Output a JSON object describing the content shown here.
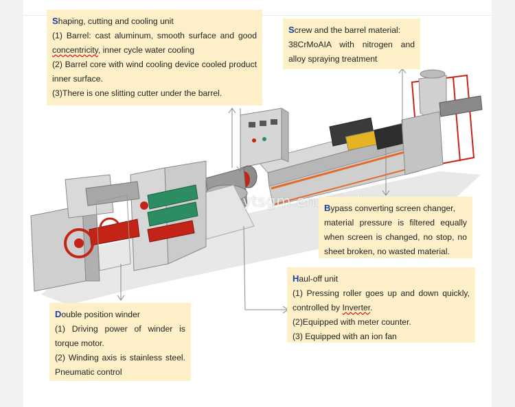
{
  "colors": {
    "box_bg": "#fdf0c8",
    "cap_blue": "#1a3ea8",
    "frame_gray": "#c9c9c9",
    "accent_red": "#c42418",
    "roller_green": "#2c8d63",
    "line_orange": "#e46a2a"
  },
  "watermark": "ytsgm.en.alibaba.com",
  "shaping": {
    "cap": "S",
    "title": "haping, cutting and cooling unit",
    "l1a": "(1) Barrel: cast aluminum, smooth surface and good ",
    "l1b": "concentricity",
    "l1c": ", inner cycle water cooling",
    "l2": "(2) Barrel core with wind cooling device cooled product inner surface.",
    "l3": "(3)There is one slitting cutter under the barrel."
  },
  "screw": {
    "cap": "S",
    "title": "crew and the barrel material:",
    "l1": "38CrMoAIA with nitrogen and alloy spraying treatment"
  },
  "bypass": {
    "cap": "B",
    "title": "ypass converting screen changer,",
    "l1": "material pressure is filtered equally when screen is changed, no stop, no sheet broken, no wasted material."
  },
  "hauloff": {
    "cap": "H",
    "title": "aul-off unit",
    "l1a": "(1) Pressing roller goes up and down quickly, controlled by ",
    "l1b": "Inverter",
    "l1c": ".",
    "l2": "(2)Equipped with meter counter.",
    "l3": "(3) Equipped with an ion fan"
  },
  "winder": {
    "cap": "D",
    "title": "ouble position winder",
    "l1": "(1) Driving power of winder is torque motor.",
    "l2": "(2) Winding axis is stainless steel. Pneumatic control"
  }
}
